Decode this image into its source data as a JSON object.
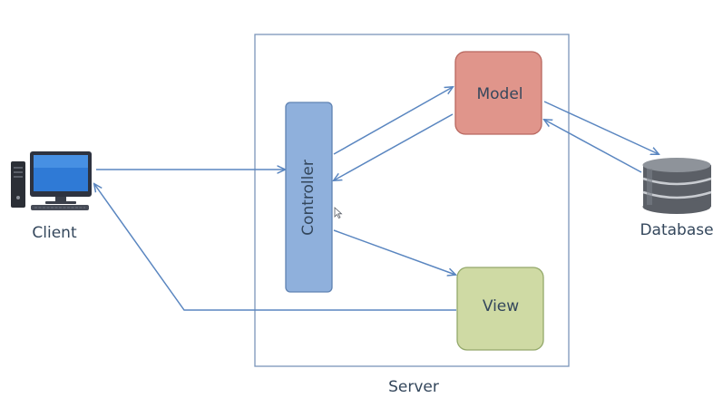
{
  "diagram": {
    "client_label": "Client",
    "server_label": "Server",
    "controller_label": "Controller",
    "model_label": "Model",
    "view_label": "View",
    "database_label": "Database"
  },
  "colors": {
    "arrow": "#5a86c0",
    "server_border": "#7b95ba",
    "controller_fill": "#8fb0dc",
    "controller_border": "#5f82b2",
    "model_fill": "#e0958b",
    "model_border": "#b8675f",
    "view_fill": "#cfdaa4",
    "view_border": "#93a86a",
    "label_text": "#34475c"
  }
}
